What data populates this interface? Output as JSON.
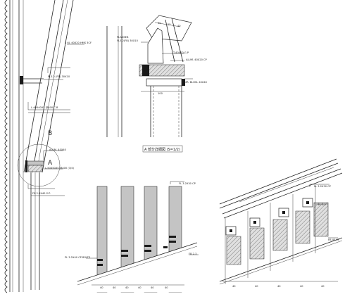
{
  "notes": {
    "a1": "3 t/L 40X20 HMS 3CF",
    "a2": "PL3.2 (FB) 30X10",
    "a3": "L-40X40X5 @400 C.B",
    "a4": "ALUM. 40X40",
    "a5": "L-50X50X5 @400 (3/4)",
    "a6": "FB 2.3X40 S.P.",
    "b1": "PLANSEB",
    "b2": "FL3.2(FB) 30X10",
    "b3": "T-40X20 G.P",
    "b4": "ALUM. 40X20 CP",
    "b5": "MR. BLHSL 40X40",
    "d1": "FL 3.2X30 CP",
    "d2": "PL 3.2X40 CP BOLTS",
    "d3": "FB 2.3",
    "e1": "PL 3.2X30 CP",
    "e2": "FL 3.2",
    "e3": "FB 40 CP"
  },
  "markers": {
    "B": "B",
    "A": "A"
  },
  "caption": "A 部分詳細図 (S=1/2)",
  "dims": {
    "top": [
      "40",
      "25",
      "40"
    ],
    "mid": "100",
    "bottom": [
      "40",
      "40",
      "40",
      "40",
      "40",
      "40"
    ],
    "right": [
      "40",
      "40",
      "40",
      "40",
      "40"
    ]
  }
}
